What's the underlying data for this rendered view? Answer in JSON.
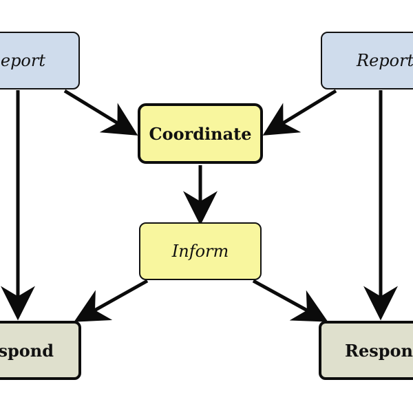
{
  "diagram": {
    "nodes": {
      "report_left": "Report",
      "report_right": "Report",
      "coordinate": "Coordinate",
      "inform": "Inform",
      "respond_left": "Respond",
      "respond_right": "Respond"
    },
    "edges": [
      {
        "from": "report_left",
        "to": "coordinate"
      },
      {
        "from": "report_right",
        "to": "coordinate"
      },
      {
        "from": "report_left",
        "to": "respond_left"
      },
      {
        "from": "report_right",
        "to": "respond_right"
      },
      {
        "from": "coordinate",
        "to": "inform"
      },
      {
        "from": "inform",
        "to": "respond_left"
      },
      {
        "from": "inform",
        "to": "respond_right"
      }
    ],
    "colors": {
      "report_fill": "#cfdcec",
      "coordinate_fill": "#f8f69e",
      "inform_fill": "#f8f69e",
      "respond_fill": "#dfe0cd",
      "stroke": "#0d0d0d"
    }
  }
}
